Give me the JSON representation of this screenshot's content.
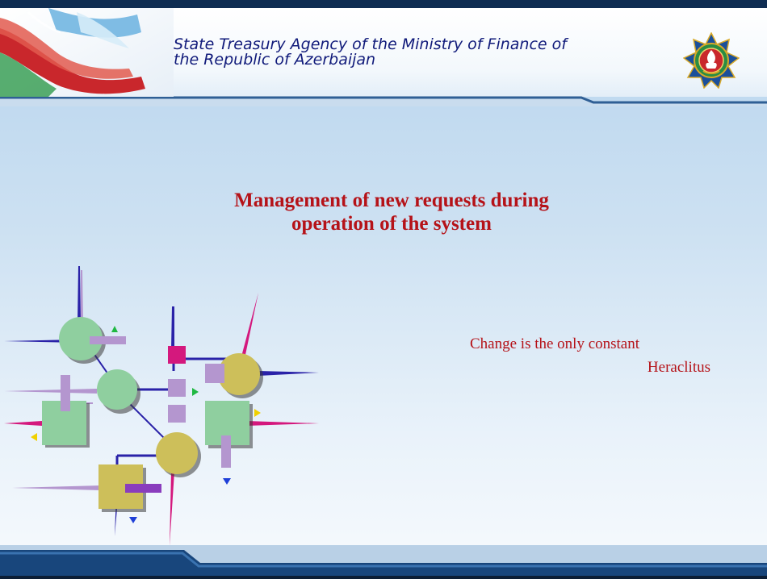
{
  "header": {
    "organization_line1": "State Treasury Agency of the Ministry of Finance of",
    "organization_line2": "the Republic of Azerbaijan",
    "flag_image": "flag-graphic",
    "emblem_image": "national-emblem-icon"
  },
  "slide": {
    "title_line1": "Management of new requests during",
    "title_line2": "operation of the system",
    "quote_text": "Change is the only constant",
    "quote_author": "Heraclitus",
    "diagram_image": "network-diagram-clipart"
  },
  "colors": {
    "title_red": "#b51218",
    "header_blue": "#101a7a",
    "bar_navy": "#0f2d52"
  }
}
